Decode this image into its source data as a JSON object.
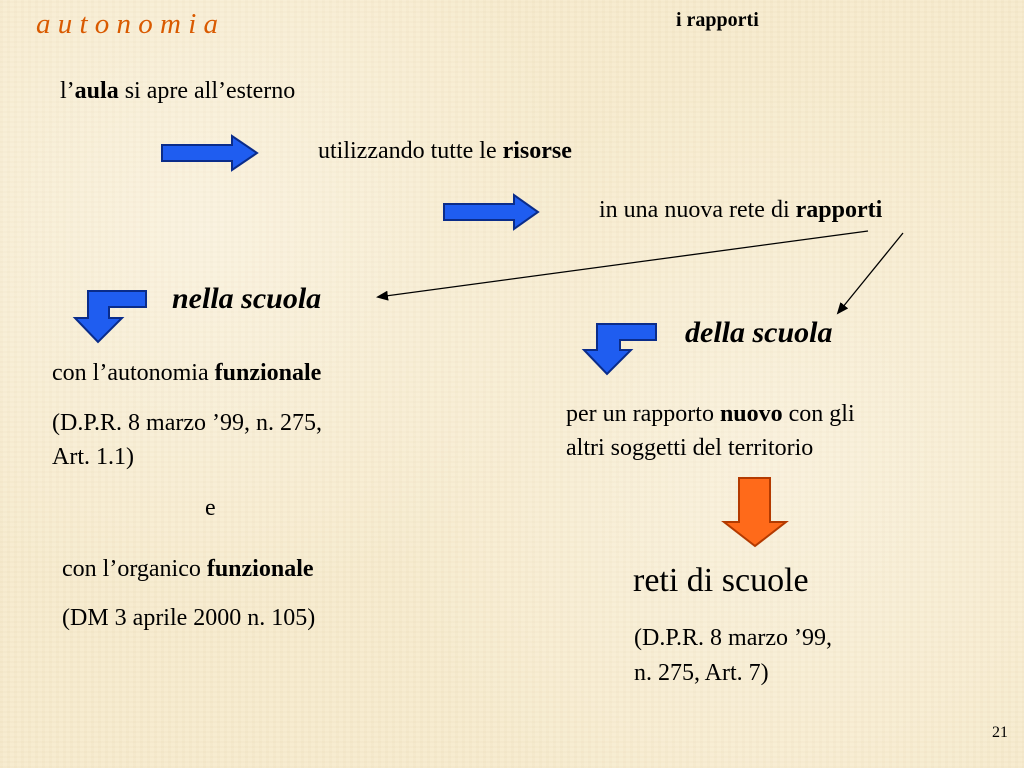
{
  "header": {
    "title": "a u t o n o m i a",
    "subtitle": "i rapporti"
  },
  "flow": {
    "line1": {
      "pre": "l’",
      "bold": "aula",
      "post": " si apre all’esterno"
    },
    "line2": {
      "pre": "utilizzando tutte le ",
      "bold": "risorse"
    },
    "line3": {
      "pre": "in una nuova rete di ",
      "bold": "rapporti"
    }
  },
  "left_branch": {
    "heading": "nella scuola",
    "item1": {
      "pre": "con l’autonomia ",
      "bold": "funzionale"
    },
    "ref1_line1": "(D.P.R. 8 marzo ’99, n. 275,",
    "ref1_line2": "Art. 1.1)",
    "conjunction": "e",
    "item2": {
      "pre": "con l’organico ",
      "bold": "funzionale"
    },
    "ref2": "(DM 3 aprile 2000  n. 105)"
  },
  "right_branch": {
    "heading": "della scuola",
    "desc_line1": {
      "pre": "per un rapporto ",
      "bold": "nuovo",
      "post": " con gli"
    },
    "desc_line2": "altri soggetti del territorio",
    "result": "reti di scuole",
    "ref_line1": "(D.P.R. 8 marzo ’99,",
    "ref_line2": "n. 275, Art. 7)"
  },
  "footer": {
    "page_number": "21"
  },
  "colors": {
    "title": "#d95a00",
    "blue_arrow": "#1f5df0",
    "orange_arrow": "#ff6a1a",
    "background": "#f7ecd0"
  },
  "icons": [
    "right-arrow-icon",
    "down-left-turn-arrow-icon",
    "down-arrow-icon"
  ]
}
